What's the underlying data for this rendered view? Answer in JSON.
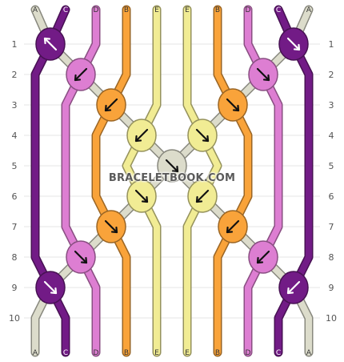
{
  "pattern": {
    "strings_top": [
      "A",
      "C",
      "D",
      "B",
      "E",
      "E",
      "B",
      "D",
      "C",
      "A"
    ],
    "strings_bottom": [
      "A",
      "C",
      "D",
      "B",
      "E",
      "E",
      "B",
      "D",
      "C",
      "A"
    ],
    "colors": {
      "A": "#dcdccb",
      "B": "#f9a33a",
      "C": "#721b86",
      "D": "#dd7ed2",
      "E": "#f1ec94"
    },
    "row_labels": [
      "1",
      "2",
      "3",
      "4",
      "5",
      "6",
      "7",
      "8",
      "9",
      "10"
    ],
    "knots": [
      {
        "row": 1,
        "col": 0,
        "color": "C",
        "arrow": "up-left"
      },
      {
        "row": 1,
        "col": 8,
        "color": "C",
        "arrow": "down-right"
      },
      {
        "row": 2,
        "col": 1,
        "color": "D",
        "arrow": "down-left"
      },
      {
        "row": 2,
        "col": 7,
        "color": "D",
        "arrow": "down-right"
      },
      {
        "row": 3,
        "col": 2,
        "color": "B",
        "arrow": "down-left"
      },
      {
        "row": 3,
        "col": 6,
        "color": "B",
        "arrow": "down-right"
      },
      {
        "row": 4,
        "col": 3,
        "color": "E",
        "arrow": "down-left"
      },
      {
        "row": 4,
        "col": 5,
        "color": "E",
        "arrow": "down-right"
      },
      {
        "row": 5,
        "col": 4,
        "color": "A",
        "arrow": "down-right"
      },
      {
        "row": 6,
        "col": 3,
        "color": "E",
        "arrow": "down-right"
      },
      {
        "row": 6,
        "col": 5,
        "color": "E",
        "arrow": "down-left"
      },
      {
        "row": 7,
        "col": 2,
        "color": "B",
        "arrow": "down-right"
      },
      {
        "row": 7,
        "col": 6,
        "color": "B",
        "arrow": "down-left"
      },
      {
        "row": 8,
        "col": 1,
        "color": "D",
        "arrow": "down-right"
      },
      {
        "row": 8,
        "col": 7,
        "color": "D",
        "arrow": "down-left"
      },
      {
        "row": 9,
        "col": 0,
        "color": "C",
        "arrow": "down-right"
      },
      {
        "row": 9,
        "col": 8,
        "color": "C",
        "arrow": "down-left"
      }
    ]
  },
  "watermark": "BRACELETBOOK.COM"
}
